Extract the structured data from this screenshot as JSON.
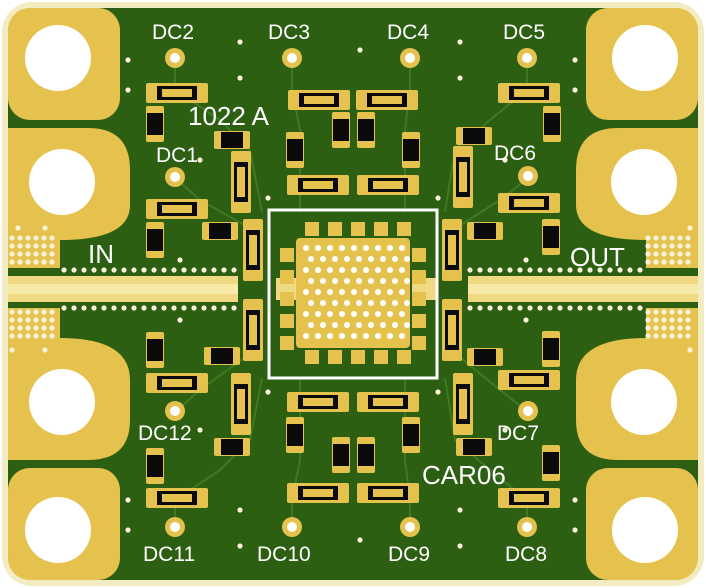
{
  "board": {
    "part_number": "1022 A",
    "carrier_label": "CAR06",
    "port_in": "IN",
    "port_out": "OUT"
  },
  "pads": {
    "dc1": "DC1",
    "dc2": "DC2",
    "dc3": "DC3",
    "dc4": "DC4",
    "dc5": "DC5",
    "dc6": "DC6",
    "dc7": "DC7",
    "dc8": "DC8",
    "dc9": "DC9",
    "dc10": "DC10",
    "dc11": "DC11",
    "dc12": "DC12"
  },
  "colors": {
    "board_green": "#2c5f12",
    "copper_gold": "#e5c14e",
    "silk_white": "#ffffff",
    "edge": "#f3ebc2",
    "component_body": "#0b0b0b"
  }
}
